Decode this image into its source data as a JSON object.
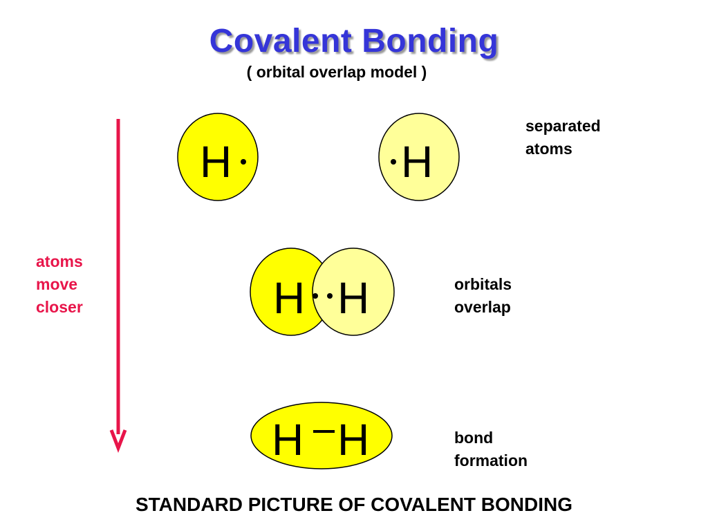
{
  "title": "Covalent Bonding",
  "subtitle": "( orbital overlap model )",
  "colors": {
    "title": "#3535d8",
    "arrow": "#e8154a",
    "atom_left": "#ffff00",
    "atom_right": "#ffff99",
    "outline": "#000000"
  },
  "arrow": {
    "label_lines": [
      "atoms",
      "move",
      "closer"
    ]
  },
  "stages": [
    {
      "label_lines": [
        "separated",
        "atoms"
      ],
      "left_atom": "H",
      "right_atom": "H"
    },
    {
      "label_lines": [
        "orbitals",
        "overlap"
      ],
      "left_atom": "H",
      "right_atom": "H"
    },
    {
      "label_lines": [
        "bond",
        "formation"
      ],
      "left_atom": "H",
      "right_atom": "H"
    }
  ],
  "footer": "STANDARD PICTURE OF COVALENT BONDING"
}
